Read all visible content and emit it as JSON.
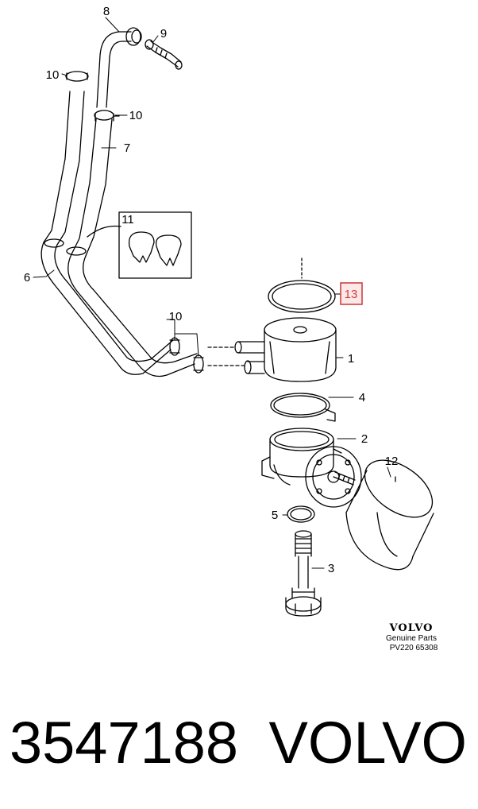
{
  "callouts": [
    {
      "label": "8"
    },
    {
      "label": "9"
    },
    {
      "label": "10"
    },
    {
      "label": "10"
    },
    {
      "label": "7"
    },
    {
      "label": "11"
    },
    {
      "label": "6"
    },
    {
      "label": "13",
      "highlighted": true
    },
    {
      "label": "10"
    },
    {
      "label": "1"
    },
    {
      "label": "4"
    },
    {
      "label": "2"
    },
    {
      "label": "12"
    },
    {
      "label": "5"
    },
    {
      "label": "3"
    }
  ],
  "brand_block": {
    "logo_text": "VOLVO",
    "line1": "Genuine Parts",
    "line2": "PV220 65308"
  },
  "footer": {
    "part_number": "3547188",
    "brand": "VOLVO"
  },
  "colors": {
    "line": "#000000",
    "highlight_border": "#d04040",
    "highlight_fill": "#fde8e8"
  }
}
